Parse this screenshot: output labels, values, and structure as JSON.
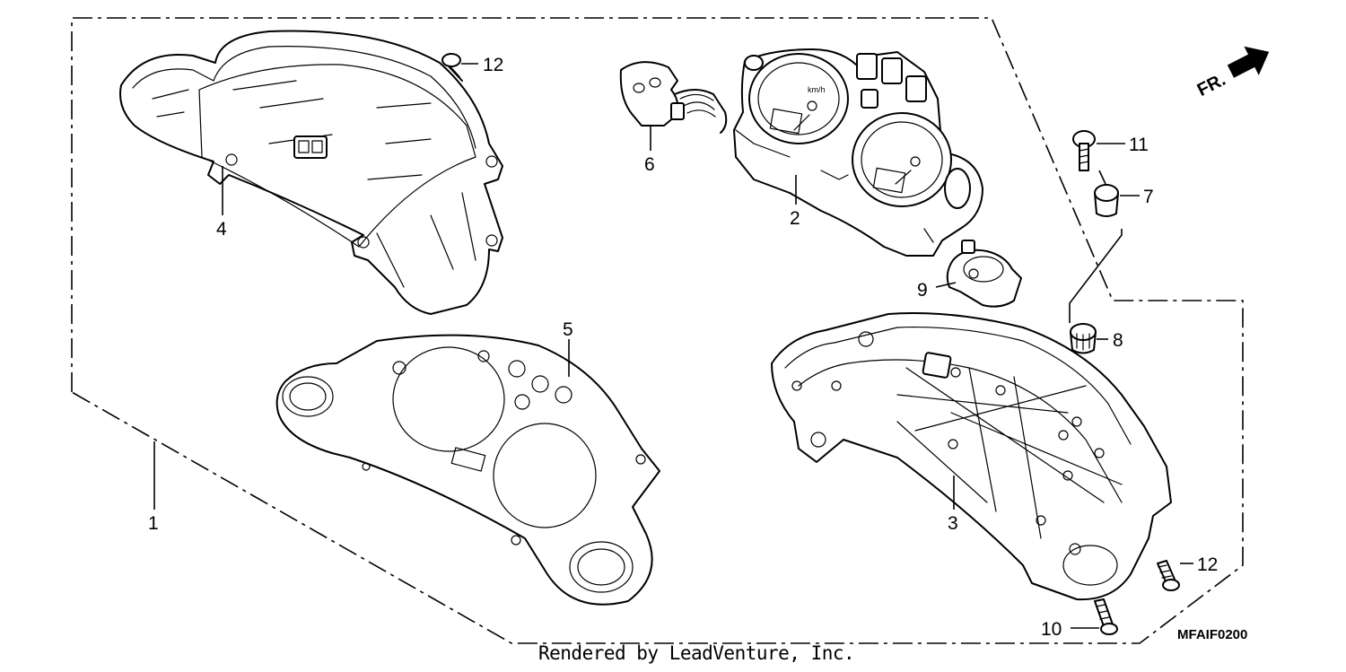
{
  "callouts": {
    "c1": "1",
    "c2": "2",
    "c3": "3",
    "c4": "4",
    "c5": "5",
    "c6": "6",
    "c7": "7",
    "c8": "8",
    "c9": "9",
    "c10": "10",
    "c11": "11",
    "c12a": "12",
    "c12b": "12"
  },
  "direction_marker": "FR.",
  "drawing_code": "MFAIF0200",
  "credit": "Rendered by LeadVenture, Inc."
}
